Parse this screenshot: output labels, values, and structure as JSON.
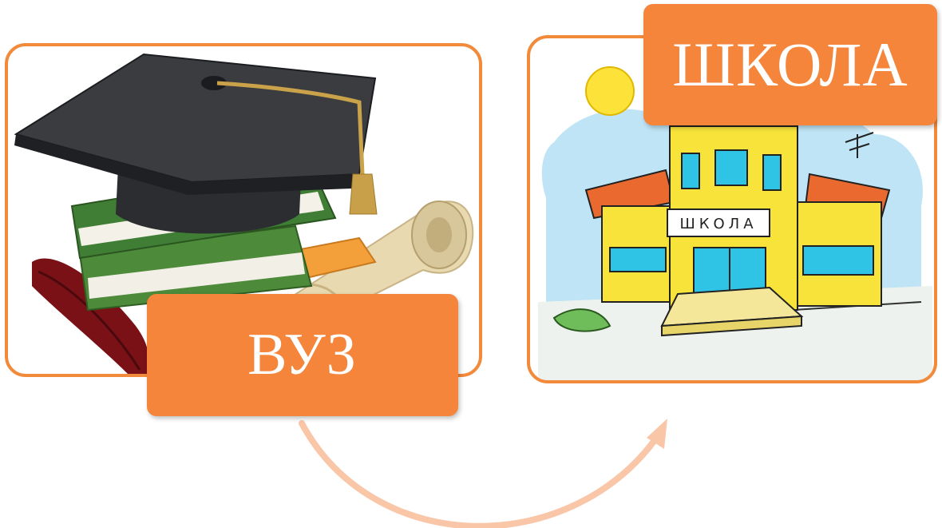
{
  "diagram": {
    "source_label": "ВУЗ",
    "target_label": "ШКОЛА",
    "building_sign": "ШКОЛА"
  },
  "colors": {
    "accent": "#f4853a",
    "frame_border": "#f28a3c",
    "arrow": "#f9c6a8"
  },
  "icons": {
    "source_image": "graduation-cap-books-diploma-illustration",
    "target_image": "school-building-cartoon-illustration",
    "connector": "curved-arrow-icon"
  }
}
